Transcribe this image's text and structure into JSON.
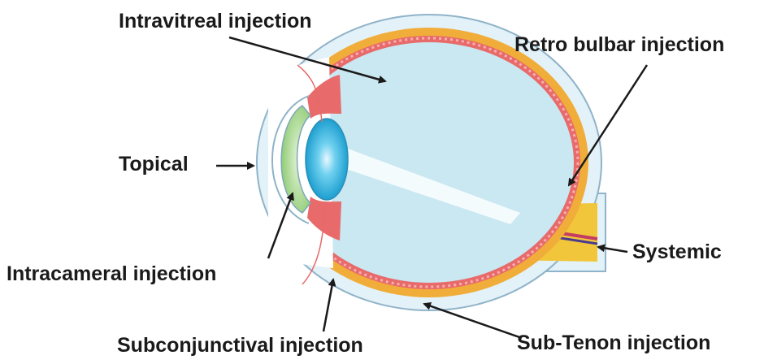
{
  "title": "",
  "labels": {
    "intravitreal": "Intravitreal injection",
    "retrobulbar": "Retro bulbar injection",
    "topical": "Topical",
    "intracameral": "Intracameral injection",
    "systemic": "Systemic",
    "subconjunctival": "Subconjunctival injection",
    "subtenon": "Sub-Tenon injection"
  },
  "colors": {
    "vitreous": "#c9e8f1",
    "sclera_outer": "#e3f1f8",
    "outline": "#8fb3c8",
    "choroid": "#f0ad3a",
    "retina": "#e86a6a",
    "optic_nerve": "#f2c63a",
    "lens": "#34b6e0",
    "cornea": "#a9d68d",
    "arrow": "#1a1a1a"
  }
}
